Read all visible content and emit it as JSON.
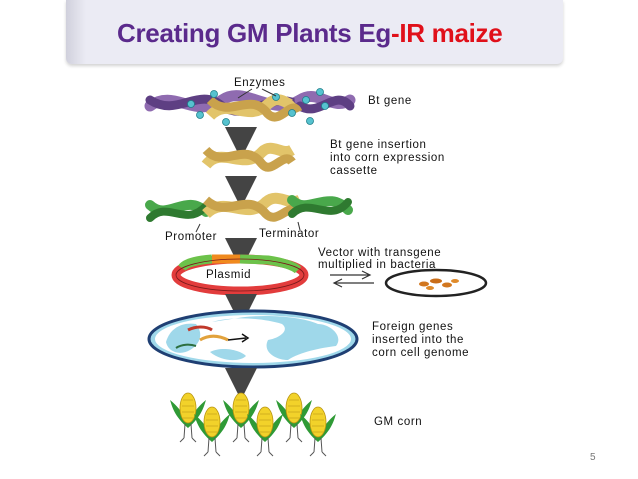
{
  "slide": {
    "title_main": "Creating GM Plants Eg",
    "title_dash": "-",
    "title_ir": "IR maize",
    "page_number": "5"
  },
  "diagram": {
    "enzymes_label": "Enzymes",
    "bt_gene_label": "Bt gene",
    "insertion_line1": "Bt gene insertion",
    "insertion_line2": "into corn expression",
    "insertion_line3": "cassette",
    "promoter_label": "Promoter",
    "terminator_label": "Terminator",
    "plasmid_label": "Plasmid",
    "vector_line1": "Vector with transgene",
    "vector_line2": "multiplied in bacteria",
    "foreign_line1": "Foreign genes",
    "foreign_line2": "inserted into the",
    "foreign_line3": "corn cell genome",
    "gm_corn_label": "GM corn"
  },
  "colors": {
    "title_purple": "#5b2a8c",
    "title_red": "#e0101a",
    "dna_purple": "#8f6bb0",
    "dna_tan": "#e2c46a",
    "dna_green": "#49a84b",
    "plasmid_red": "#e23c3c",
    "plasmid_orange": "#f08a1e",
    "plasmid_green": "#6cc24a",
    "cell_blue": "#9fd8ea",
    "enzyme_dot": "#56c2cf",
    "corn_yellow": "#f2d22a",
    "leaf_green": "#2f9a36"
  }
}
